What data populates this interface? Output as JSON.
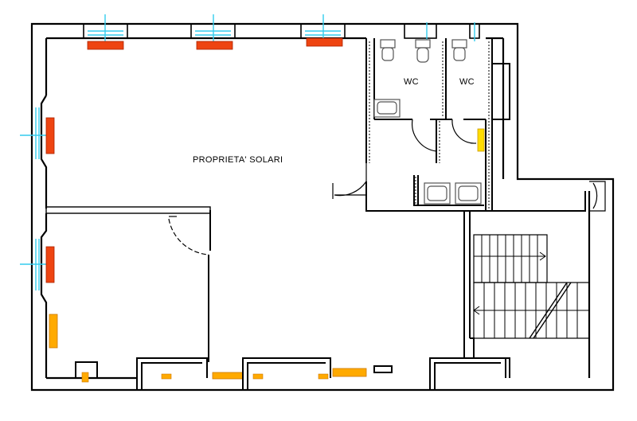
{
  "rooms": {
    "main_label": "PROPRIETA' SOLARI",
    "wc1_label": "WC",
    "wc2_label": "WC"
  },
  "colors": {
    "wall": "#000000",
    "radiator_red": "#ee4411",
    "radiator_orange": "#ffaa00",
    "window_cyan": "#33ccee",
    "fixture_grey": "#555555"
  },
  "icons": {
    "radiator": "radiator-icon",
    "window": "window-icon",
    "toilet": "toilet-icon",
    "sink": "sink-icon",
    "door_swing": "door-swing-icon",
    "stair_arrow": "stair-arrow-icon"
  }
}
